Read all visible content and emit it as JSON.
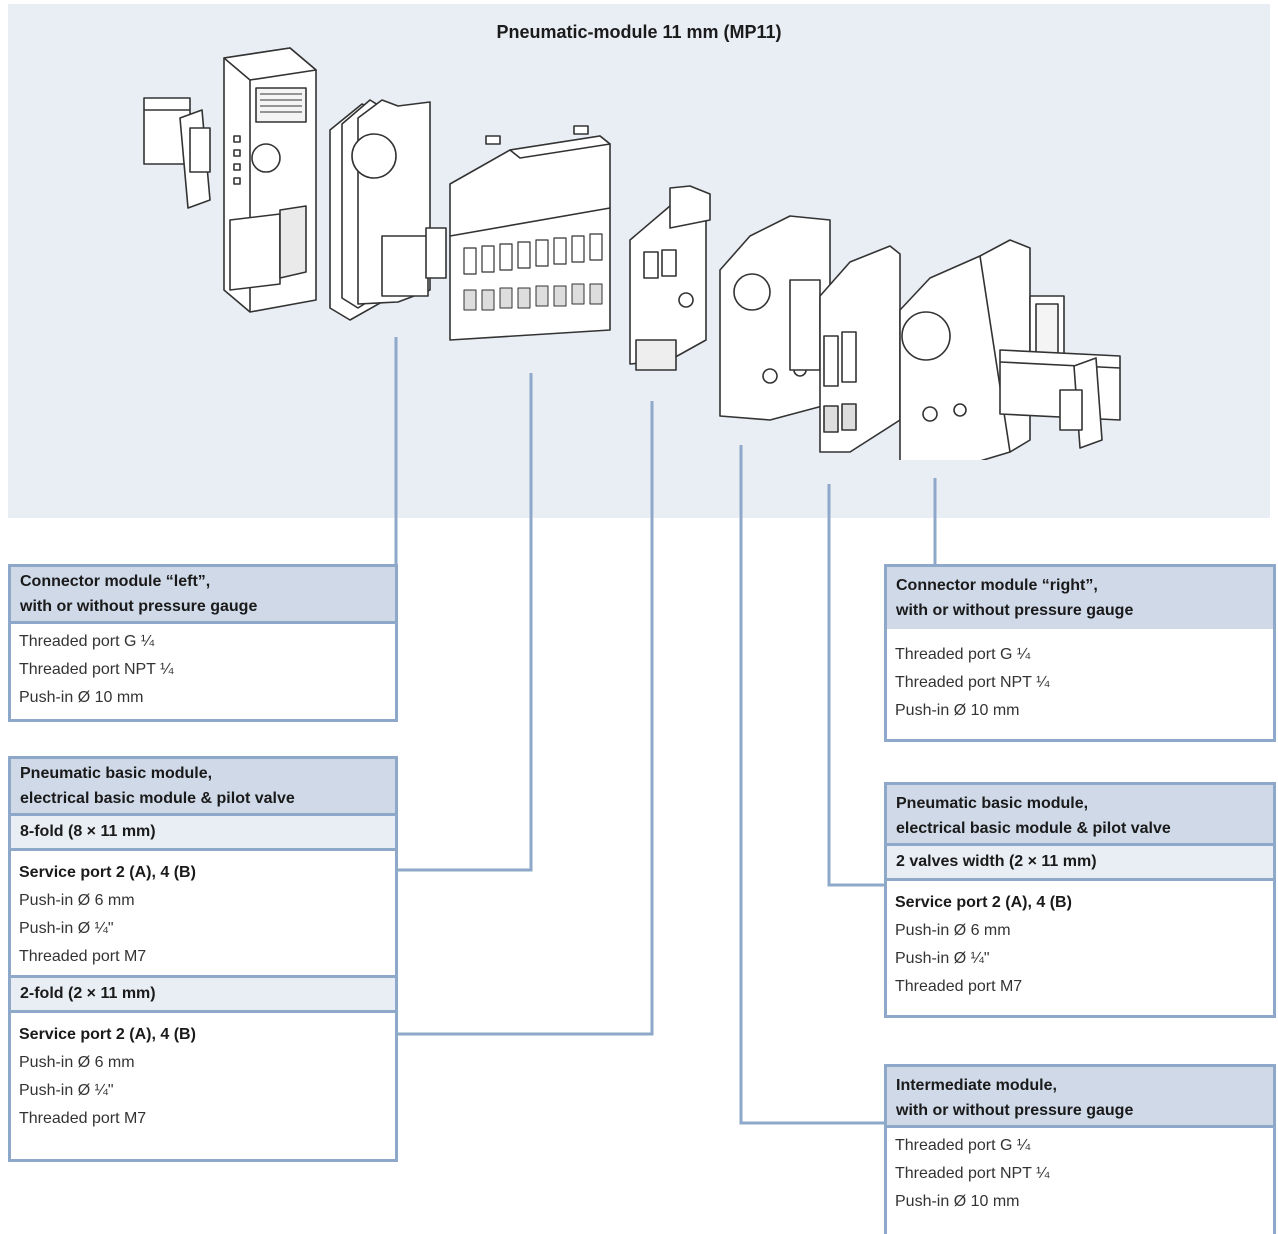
{
  "title": "Pneumatic-module 11 mm (MP11)",
  "colors": {
    "hero_bg": "#e9eef4",
    "connector": "#8ea8c9",
    "header_bg": "#cfd9e8",
    "subheader_bg": "#e9eef4"
  },
  "boxes": {
    "connector_left": {
      "header": [
        "Connector module “left”,",
        "with or without pressure gauge"
      ],
      "items": [
        "Threaded port G ¼",
        "Threaded port NPT ¼",
        "Push-in Ø 10 mm"
      ]
    },
    "basic_left": {
      "header": [
        "Pneumatic basic module,",
        "electrical basic module & pilot valve"
      ],
      "sections": [
        {
          "label": "8-fold (8 × 11 mm)",
          "heading": "Service port 2 (A), 4 (B)",
          "items": [
            "Push-in Ø 6 mm",
            "Push-in Ø ¼\"",
            "Threaded port M7"
          ]
        },
        {
          "label": "2-fold (2 × 11 mm)",
          "heading": "Service port 2 (A), 4 (B)",
          "items": [
            "Push-in Ø 6 mm",
            "Push-in Ø ¼\"",
            "Threaded port M7"
          ]
        }
      ]
    },
    "connector_right": {
      "header": [
        "Connector module “right”,",
        "with or without pressure gauge"
      ],
      "items": [
        "Threaded port G ¼",
        "Threaded port NPT ¼",
        "Push-in Ø 10 mm"
      ]
    },
    "basic_right": {
      "header": [
        "Pneumatic basic module,",
        "electrical basic module & pilot valve"
      ],
      "label": "2 valves width (2 × 11 mm)",
      "heading": "Service port 2 (A), 4 (B)",
      "items": [
        "Push-in Ø 6 mm",
        "Push-in Ø ¼\"",
        "Threaded port M7"
      ]
    },
    "intermediate": {
      "header": [
        "Intermediate module,",
        "with or without pressure gauge"
      ],
      "items": [
        "Threaded port G ¼",
        "Threaded port NPT ¼",
        "Push-in Ø 10 mm"
      ]
    }
  }
}
